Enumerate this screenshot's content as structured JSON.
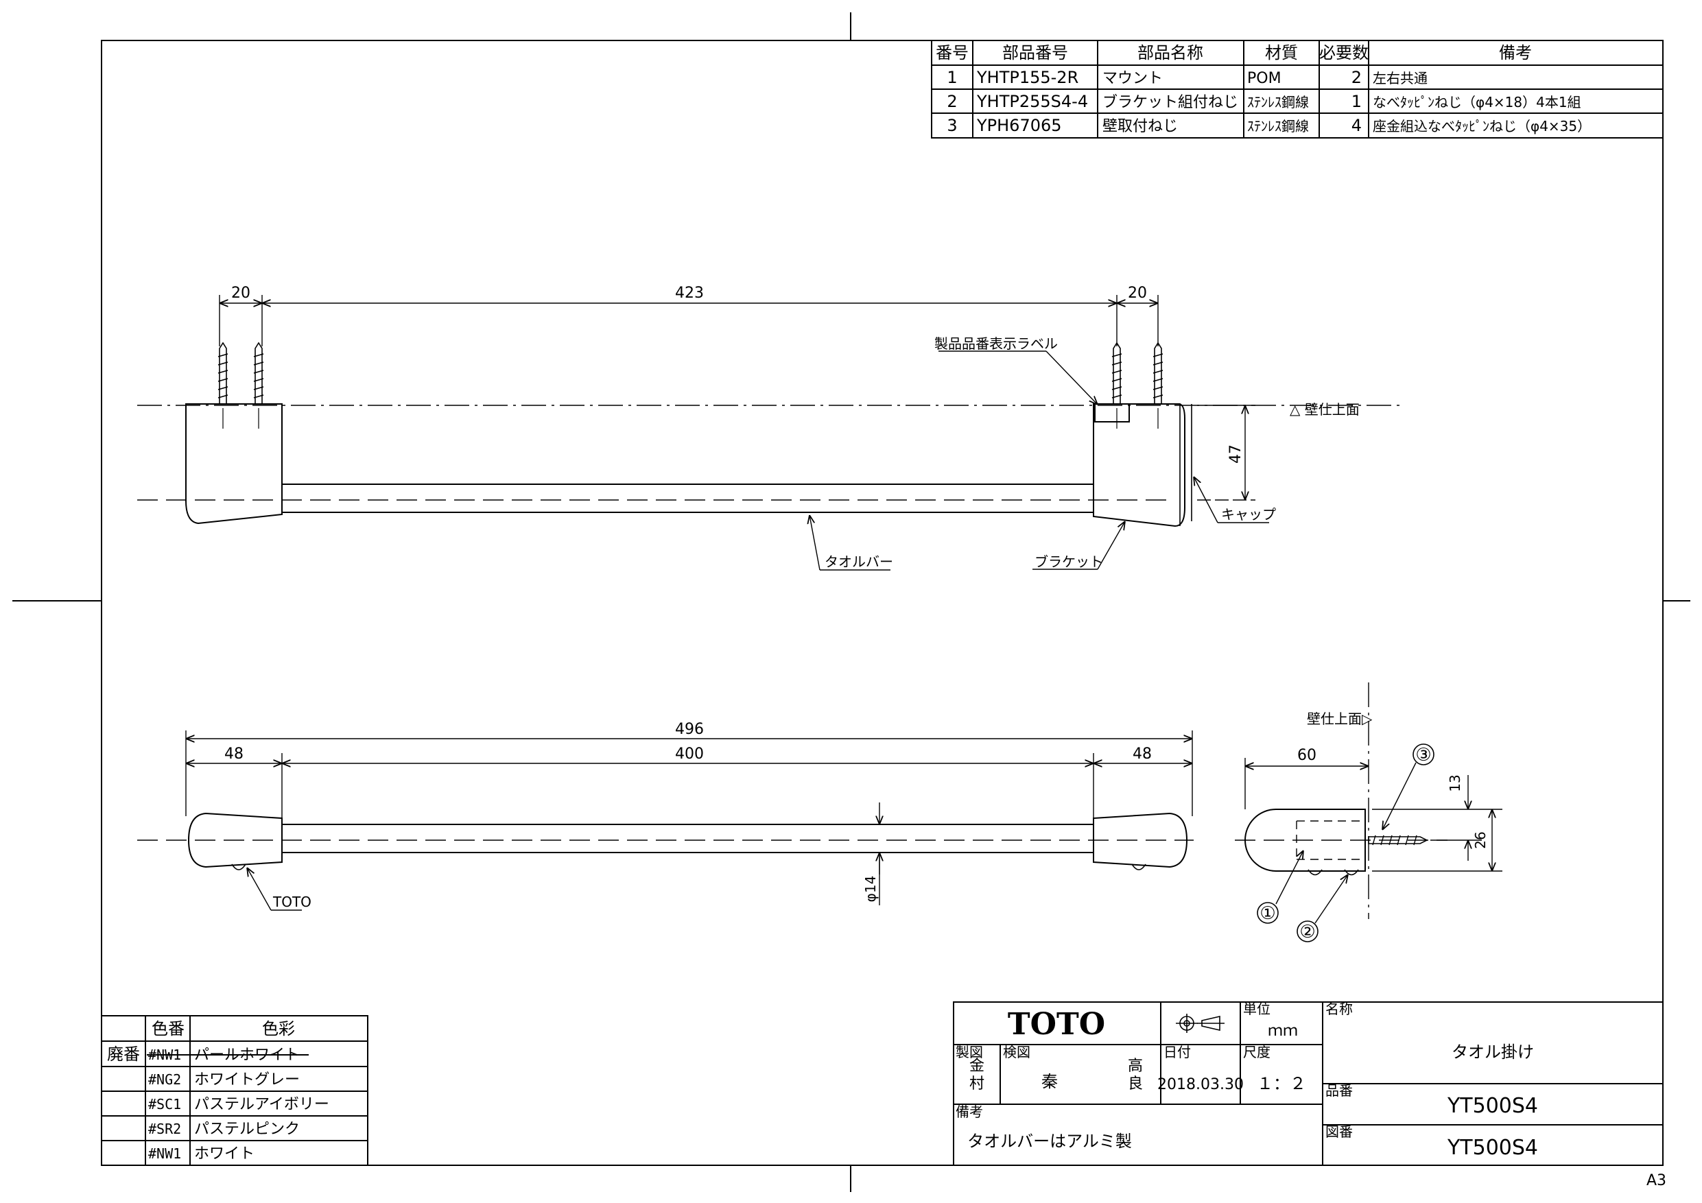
{
  "parts_table": {
    "headers": [
      "番号",
      "部品番号",
      "部品名称",
      "材質",
      "必要数",
      "備考"
    ],
    "rows": [
      [
        "1",
        "YHTP155-2R",
        "マウント",
        "POM",
        "2",
        "左右共通"
      ],
      [
        "2",
        "YHTP255S4-4",
        "ブラケット組付ねじ",
        "ｽﾃﾝﾚｽ鋼線",
        "1",
        "なべﾀｯﾋﾟﾝねじ（φ4×18）4本1組"
      ],
      [
        "3",
        "YPH67065",
        "壁取付ねじ",
        "ｽﾃﾝﾚｽ鋼線",
        "4",
        "座金組込なべﾀｯﾋﾟﾝねじ（φ4×35）"
      ]
    ]
  },
  "front_view": {
    "dim_left": "20",
    "dim_center": "423",
    "dim_right": "20",
    "dim_height": "47",
    "label_tag": "製品品番表示ラベル",
    "label_wall": "△ 壁仕上面",
    "label_cap": "キャップ",
    "label_bar": "タオルバー",
    "label_bracket": "ブラケット"
  },
  "bottom_view": {
    "dim_total": "496",
    "dim_left": "48",
    "dim_center": "400",
    "dim_right": "48",
    "dim_diameter": "φ14",
    "label_logo": "TOTO"
  },
  "side_view": {
    "label_wall": "壁仕上面▷",
    "dim_depth": "60",
    "dim_13": "13",
    "dim_26": "26",
    "callout_1": "①",
    "callout_2": "②",
    "callout_3": "③"
  },
  "color_table": {
    "headers": [
      "色番",
      "色彩"
    ],
    "rows": [
      {
        "prefix": "廃番",
        "code": "#NW1",
        "name": "パールホワイト",
        "discontinued": true
      },
      {
        "prefix": "",
        "code": "#NG2",
        "name": "ホワイトグレー",
        "discontinued": false
      },
      {
        "prefix": "",
        "code": "#SC1",
        "name": "パステルアイボリー",
        "discontinued": false
      },
      {
        "prefix": "",
        "code": "#SR2",
        "name": "パステルピンク",
        "discontinued": false
      },
      {
        "prefix": "",
        "code": "#NW1",
        "name": "ホワイト",
        "discontinued": false
      }
    ]
  },
  "title_block": {
    "brand": "TOTO",
    "unit_label": "単位",
    "unit_value": "ｍｍ",
    "name_label": "名称",
    "name_value": "タオル掛け",
    "drawn_label": "製図",
    "drawn_value": "金村",
    "checked_label": "検図",
    "checked_value_1": "秦",
    "checked_value_2": "高良",
    "date_label": "日付",
    "date_value": "2018.03.30",
    "scale_label": "尺度",
    "scale_value": "１：２",
    "product_label": "品番",
    "product_value": "YT500S4",
    "drawing_label": "図番",
    "drawing_value": "YT500S4",
    "remarks_label": "備考",
    "remarks_value": "タオルバーはアルミ製"
  },
  "sheet_size": "A3"
}
